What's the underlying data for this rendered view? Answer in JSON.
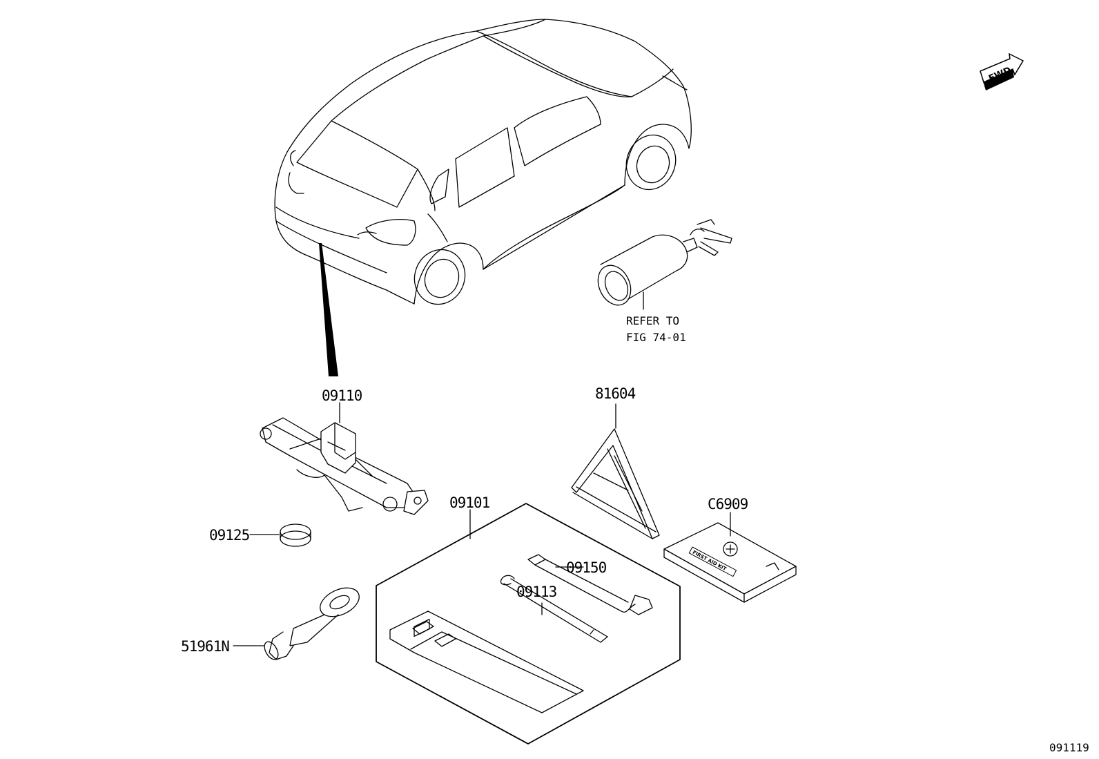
{
  "fwd_badge": {
    "text": "FWD",
    "icon": "forward-arrow-icon"
  },
  "refer_note": {
    "line1": "REFER TO",
    "line2": "FIG 74-01"
  },
  "parts": {
    "jack": "09110",
    "jack_cover": "09125",
    "tool_bag": "09101",
    "jack_handle": "09150",
    "wheel_nut_wrench": "09113",
    "warning_triangle": "81604",
    "first_aid_kit": "C6909",
    "towing_hook": "51961N"
  },
  "first_aid_kit_text": "FIRST AID KIT",
  "figure_code": "091119"
}
